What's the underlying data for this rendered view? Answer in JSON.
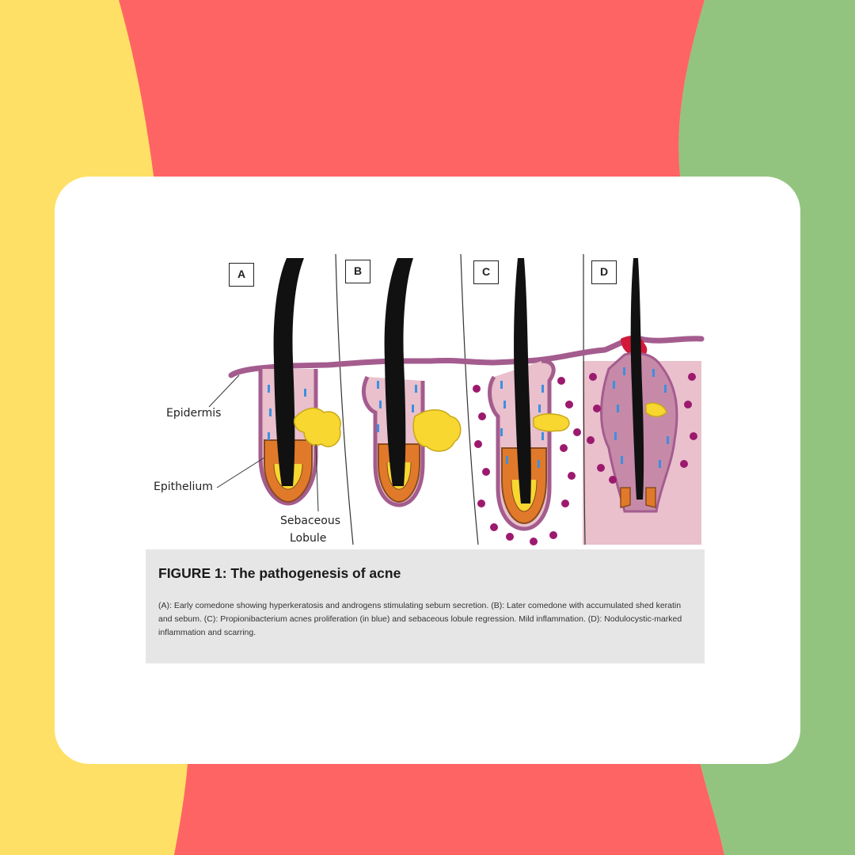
{
  "figure": {
    "panels": [
      {
        "letter": "A"
      },
      {
        "letter": "B"
      },
      {
        "letter": "C"
      },
      {
        "letter": "D"
      }
    ],
    "annotations": {
      "epidermis": "Epidermis",
      "epithelium": "Epithelium",
      "sebaceous_line1": "Sebaceous",
      "sebaceous_line2": "Lobule"
    },
    "caption": {
      "title": "FIGURE 1: The pathogenesis of acne",
      "text": "(A): Early comedone showing hyperkeratosis and androgens stimulating sebum secretion. (B): Later comedone with accumulated shed keratin and sebum. (C): Propionibacterium acnes proliferation (in blue) and sebaceous lobule regression. Mild inflammation. (D): Nodulocystic-marked inflammation and scarring."
    }
  },
  "colors": {
    "yellow": "#ffe066",
    "red": "#ff6464",
    "green": "#93c47f",
    "card": "#ffffff",
    "epidermis": "#a45c8e",
    "epithelium_orange": "#e07a2a",
    "sebum_yellow": "#f7d730",
    "bacteria_blue": "#3d8fe0",
    "inflammation_dot": "#9c1a6e",
    "inflamed_tissue": "#e9c0cc"
  }
}
